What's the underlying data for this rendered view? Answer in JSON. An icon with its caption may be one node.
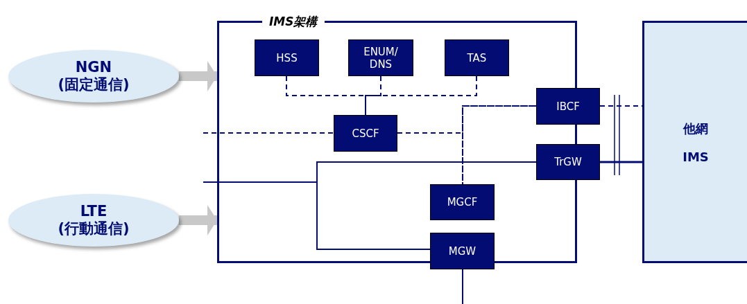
{
  "diagram": {
    "nodes": [
      {
        "text": [
          "IMS架構"
        ]
      },
      {
        "text": [
          "HSS"
        ],
        "in": 0
      },
      {
        "text": [
          "ENUM/ DNS"
        ],
        "in": 0
      },
      {
        "text": [
          "TAS"
        ],
        "in": 0
      },
      {
        "text": [
          "CSCF"
        ],
        "in": 0
      },
      {
        "text": [
          "IBCF"
        ]
      },
      {
        "text": [
          "TrGW"
        ]
      },
      {
        "text": [
          "MGCF"
        ],
        "in": 0
      },
      {
        "text": [
          "MGW"
        ]
      },
      {
        "text": [
          "他網",
          "IMS"
        ]
      },
      {
        "text": [
          "NGN (固定通信)"
        ]
      },
      {
        "text": [
          "LTE (行動通信)"
        ]
      }
    ],
    "edges": [
      {
        "from": 1,
        "to": 4,
        "arrow": "none",
        "style": "dashed"
      },
      {
        "from": 2,
        "to": 4,
        "arrow": "none",
        "style": "dashed"
      },
      {
        "from": 3,
        "to": 4,
        "arrow": "none",
        "style": "dashed"
      },
      {
        "from": null,
        "to": 4,
        "arrow": "none",
        "style": "dashed"
      },
      {
        "from": 4,
        "to": 7,
        "arrow": "none",
        "style": "dashed"
      },
      {
        "from": 4,
        "to": 5,
        "arrow": "none",
        "style": "dashed"
      },
      {
        "from": 5,
        "to": 7,
        "arrow": "none",
        "style": "dashed"
      },
      {
        "from": 5,
        "to": 9,
        "arrow": "none",
        "style": "dashed"
      },
      {
        "from": 6,
        "to": 9,
        "arrow": "none"
      },
      {
        "from": null,
        "to": 6,
        "arrow": "none"
      },
      {
        "from": null,
        "to": 8,
        "arrow": "none"
      },
      {
        "from": 6,
        "to": 8,
        "arrow": "none"
      },
      {
        "from": 8,
        "to": null,
        "arrow": "none"
      },
      {
        "from": 10,
        "to": 0,
        "arrow": "to",
        "style": "thick",
        "color": "#c8c8c8"
      },
      {
        "from": 11,
        "to": 0,
        "arrow": "to",
        "style": "thick",
        "color": "#c8c8c8"
      }
    ]
  }
}
